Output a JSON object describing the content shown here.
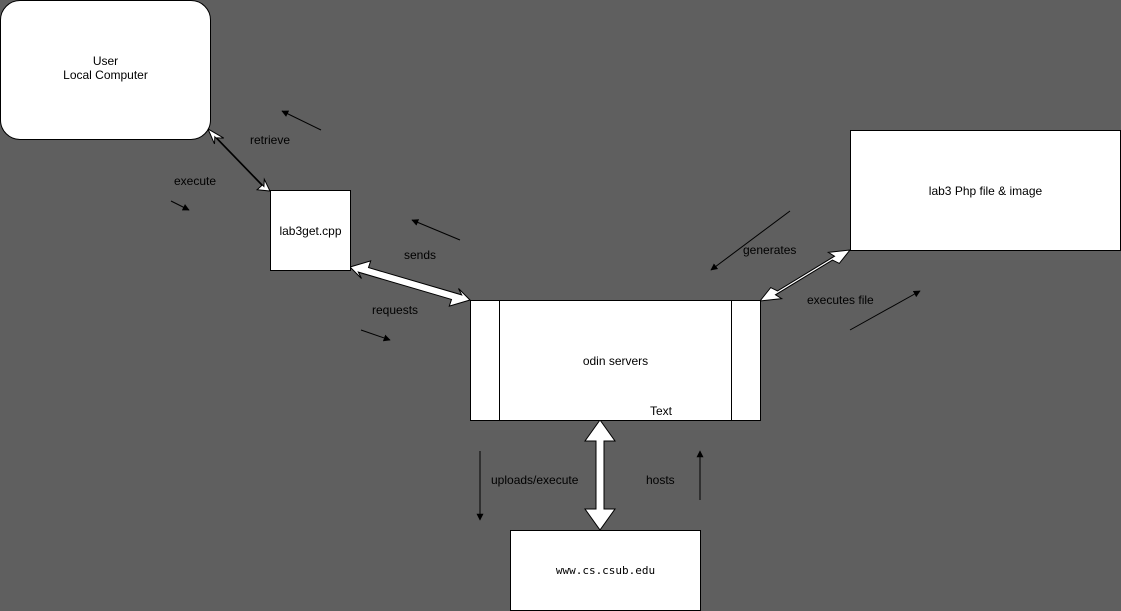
{
  "diagram": {
    "nodes": {
      "user": {
        "line1": "User",
        "line2": "Local Computer"
      },
      "lab3get": {
        "label": "lab3get.cpp"
      },
      "odin": {
        "label": "odin servers",
        "sublabel": "Text"
      },
      "website": {
        "label": "www.cs.csub.edu"
      },
      "lab3php": {
        "label": "lab3 Php file & image"
      }
    },
    "edge_labels": {
      "retrieve": "retrieve",
      "execute": "execute",
      "sends": "sends",
      "requests": "requests",
      "generates": "generates",
      "executes_file": "executes file",
      "uploads_execute": "uploads/execute",
      "hosts": "hosts"
    }
  }
}
